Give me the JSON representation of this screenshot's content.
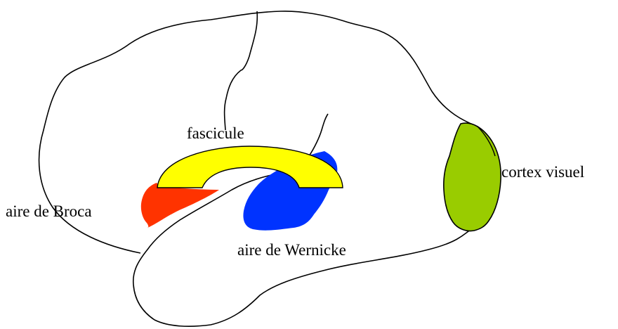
{
  "diagram": {
    "labels": {
      "fascicule": "fascicule",
      "broca": "aire de Broca",
      "wernicke": "aire de Wernicke",
      "cortex_visuel": "cortex visuel"
    },
    "colors": {
      "outline": "#000000",
      "fascicule": "#ffff00",
      "broca": "#ff3300",
      "wernicke": "#0033ff",
      "cortex_visuel": "#99cc00",
      "background": "#ffffff"
    }
  }
}
